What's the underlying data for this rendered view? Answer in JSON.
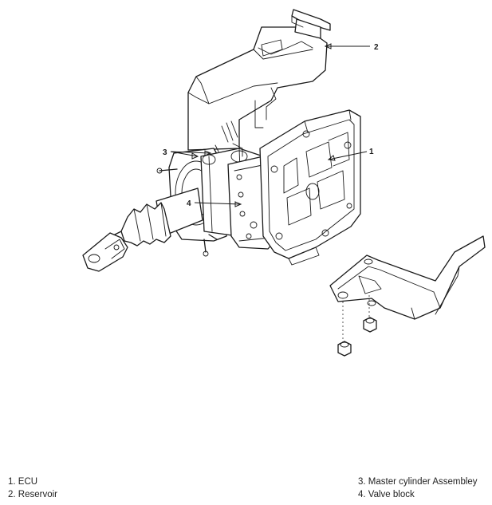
{
  "callouts": {
    "ecu": "1",
    "reservoir": "2",
    "master_cylinder": "3",
    "valve_block": "4"
  },
  "legend": {
    "item1": "1. ECU",
    "item2": "2. Reservoir",
    "item3": "3. Master cylinder Assembley",
    "item4": "4. Valve block"
  }
}
